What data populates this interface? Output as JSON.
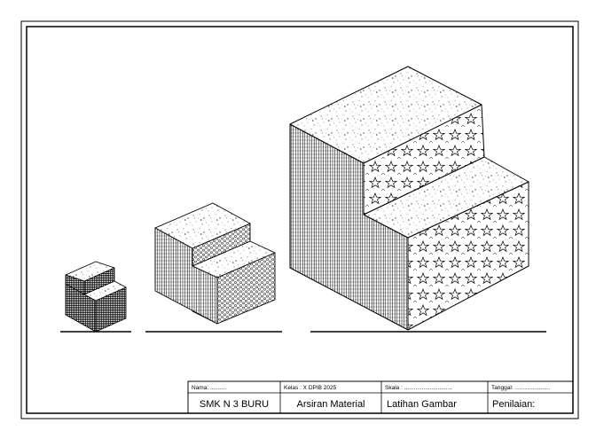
{
  "title_block": {
    "nama_label": "Nama: ..........",
    "kelas_label": "Kelas : X DPIB 2025",
    "skala_label": "Skala : ..............................",
    "tanggal_label": "Tanggal: ......................",
    "school": "SMK N 3 BURU",
    "subject": "Arsiran Material",
    "task": "Latihan Gambar",
    "assessment": "Penilaian:"
  },
  "drawing": {
    "figures": [
      "small-stepped-block",
      "medium-stepped-block",
      "large-stepped-block"
    ],
    "hatch_materials": [
      "concrete-stipple",
      "brick-grid",
      "star-lattice",
      "honeycomb-circles"
    ]
  },
  "colors": {
    "ink": "#000000",
    "paper": "#ffffff"
  }
}
